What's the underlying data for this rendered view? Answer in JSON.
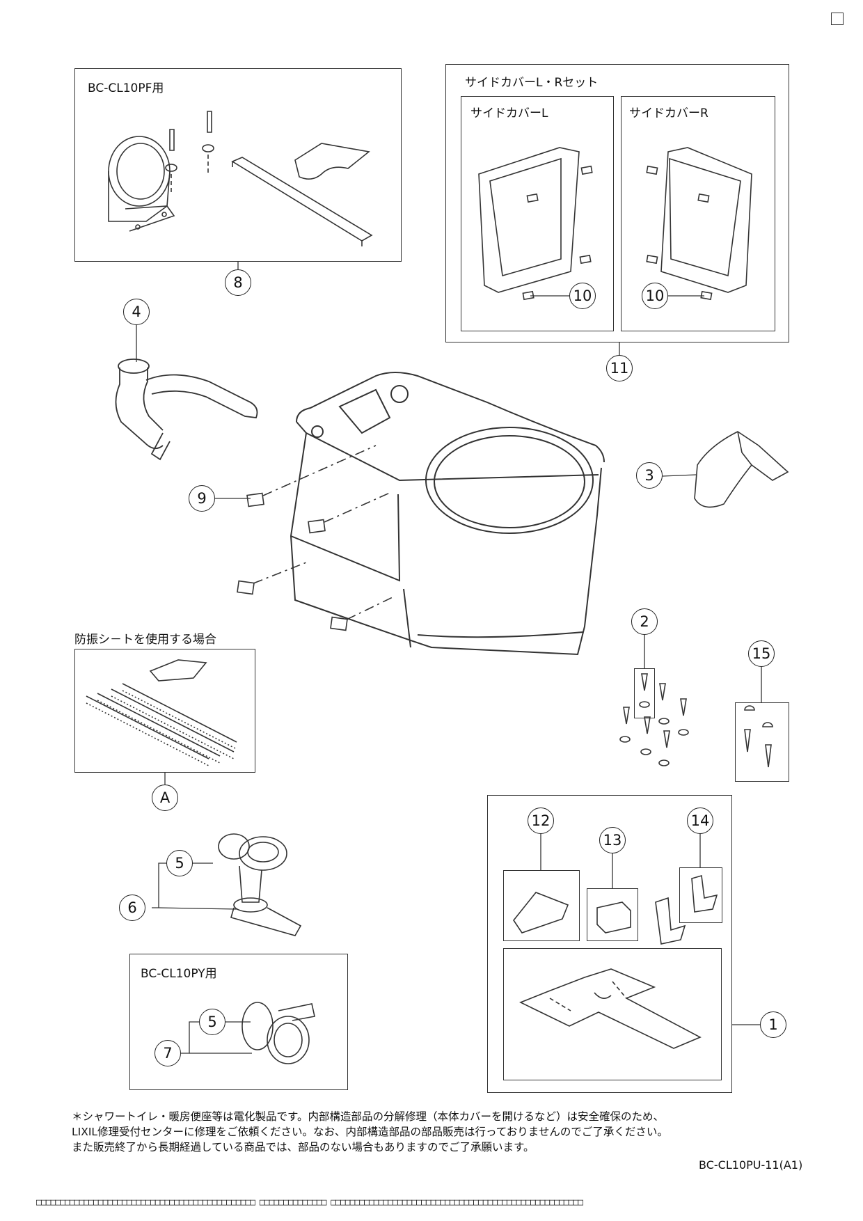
{
  "labels": {
    "bc_cl10pf": "BC-CL10PF用",
    "side_cover_set": "サイドカバーL・Rセット",
    "side_cover_l": "サイドカバーL",
    "side_cover_r": "サイドカバーR",
    "anti_vibration": "防振シ－トを使用する場合",
    "bc_cl10py": "BC-CL10PY用"
  },
  "callouts": {
    "c8": "8",
    "c10a": "10",
    "c10b": "10",
    "c11": "11",
    "c4": "4",
    "c9": "9",
    "c3": "3",
    "c2": "2",
    "c15": "15",
    "cA": "A",
    "c12": "12",
    "c13": "13",
    "c14": "14",
    "c5a": "5",
    "c6": "6",
    "c5b": "5",
    "c7": "7",
    "c1": "1"
  },
  "notes": {
    "line1": "＊シャワートイレ・暖房便座等は電化製品です。内部構造部品の分解修理（本体カバーを開けるなど）は安全確保のため、",
    "line2": "LIXIL修理受付センターに修理をご依頼ください。なお、内部構造部品の部品販売は行っておりませんのでご了承ください。",
    "line3": "また販売終了から長期経過している商品では、部品のない場合もありますのでご了承願います。"
  },
  "doc_id": "BC-CL10PU-11(A1)",
  "footer": "□□□□□□□□□□□□□□□□□□□□□□□□□□□□□□□□□□□□□□□□□□□□□□ □□□□□□□□□□□□□□ □□□□□□□□□□□□□□□□□□□□□□□□□□□□□□□□□□□□□□□□□□□□□□□□□□□□□"
}
